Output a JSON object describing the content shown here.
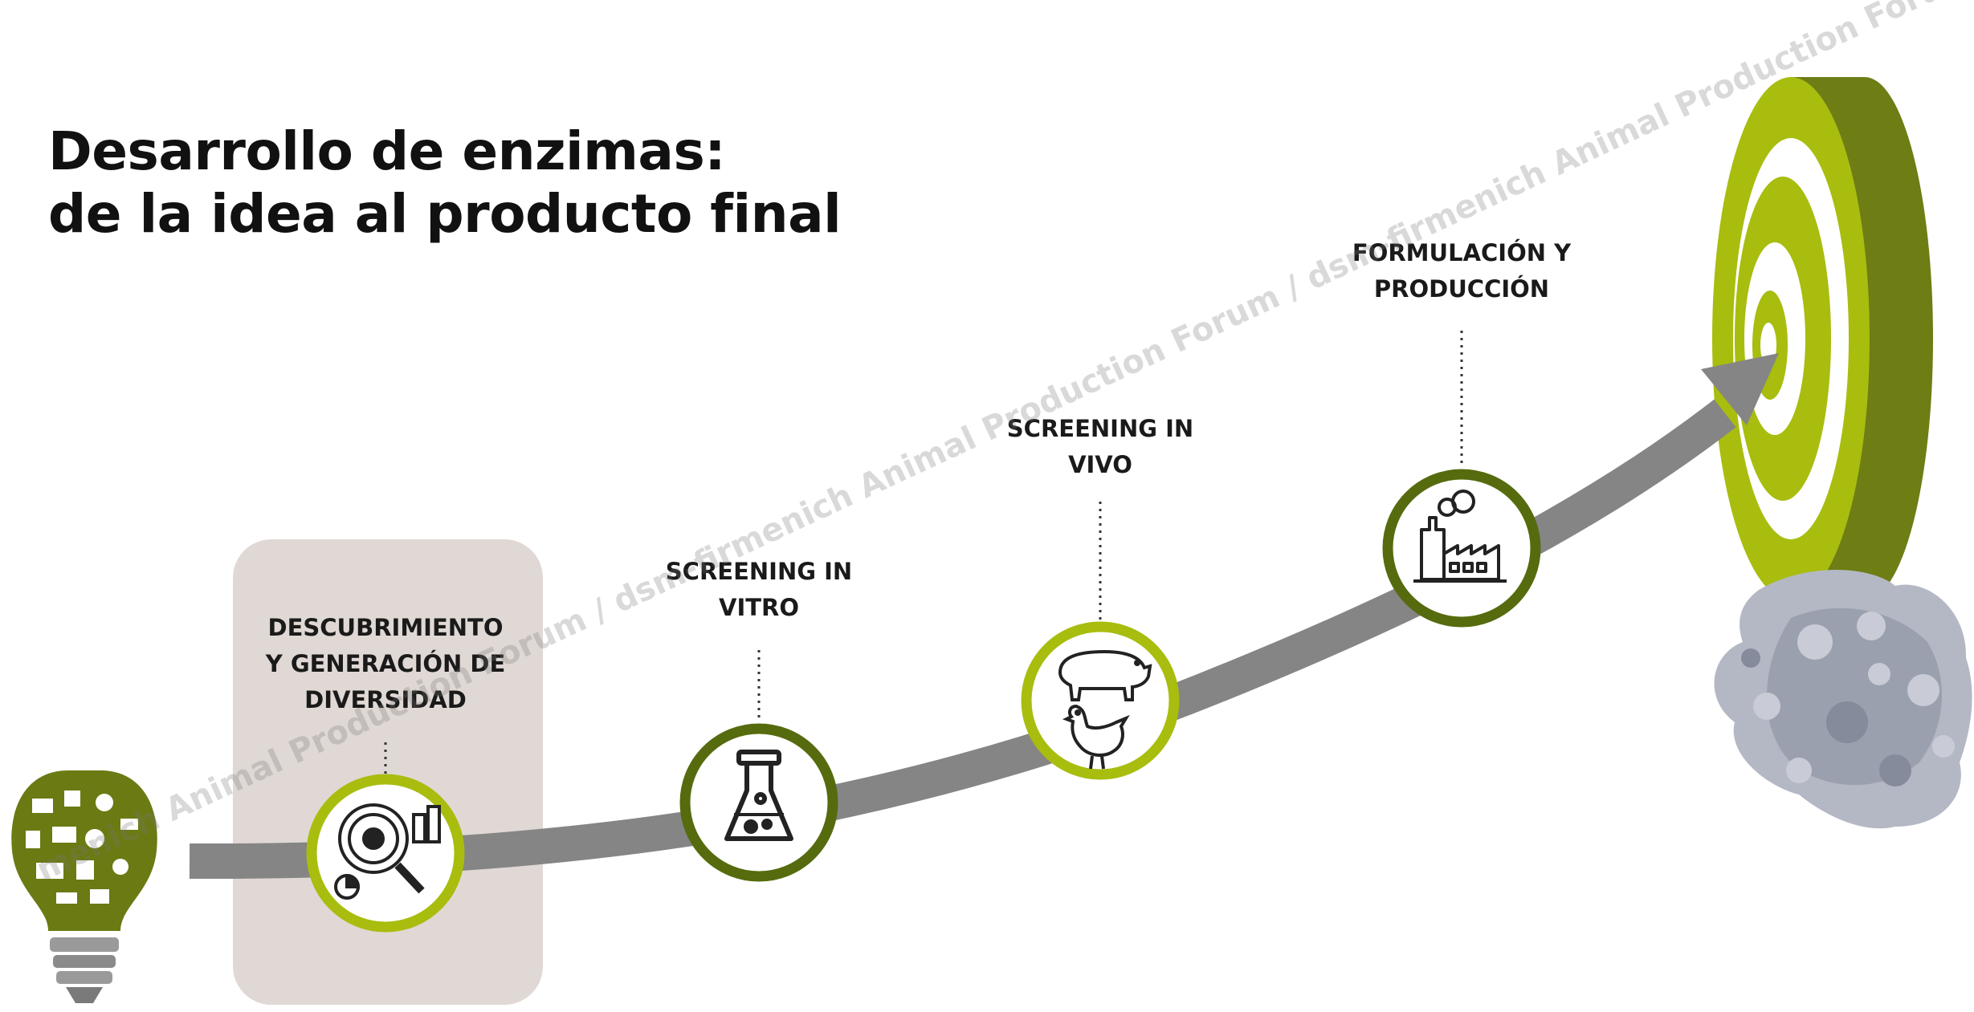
{
  "title_line1": "Desarrollo de enzimas:",
  "title_line2": "de la idea al producto final",
  "steps": [
    {
      "label_line1": "DESCUBRIMIENTO",
      "label_line2": "Y GENERACIÓN DE",
      "label_line3": "DIVERSIDAD",
      "icon": "magnifier-analysis-icon"
    },
    {
      "label_line1": "SCREENING IN",
      "label_line2": "VITRO",
      "icon": "flask-icon"
    },
    {
      "label_line1": "SCREENING IN",
      "label_line2": "VIVO",
      "icon": "pig-and-chicken-icon"
    },
    {
      "label_line1": "FORMULACIÓN Y",
      "label_line2": "PRODUCCIÓN",
      "icon": "factory-icon"
    }
  ],
  "watermark": "menich Animal Production Forum / dsm-firmenich Animal Production Forum / dsm-firmenich Animal Production Forum",
  "colors": {
    "dark_olive": "#556b0e",
    "lime": "#a8bd0e",
    "olive_ring": "#6e7d14",
    "arrow_gray": "#858585",
    "panel_beige": "#e0d8d4",
    "text": "#111111"
  }
}
